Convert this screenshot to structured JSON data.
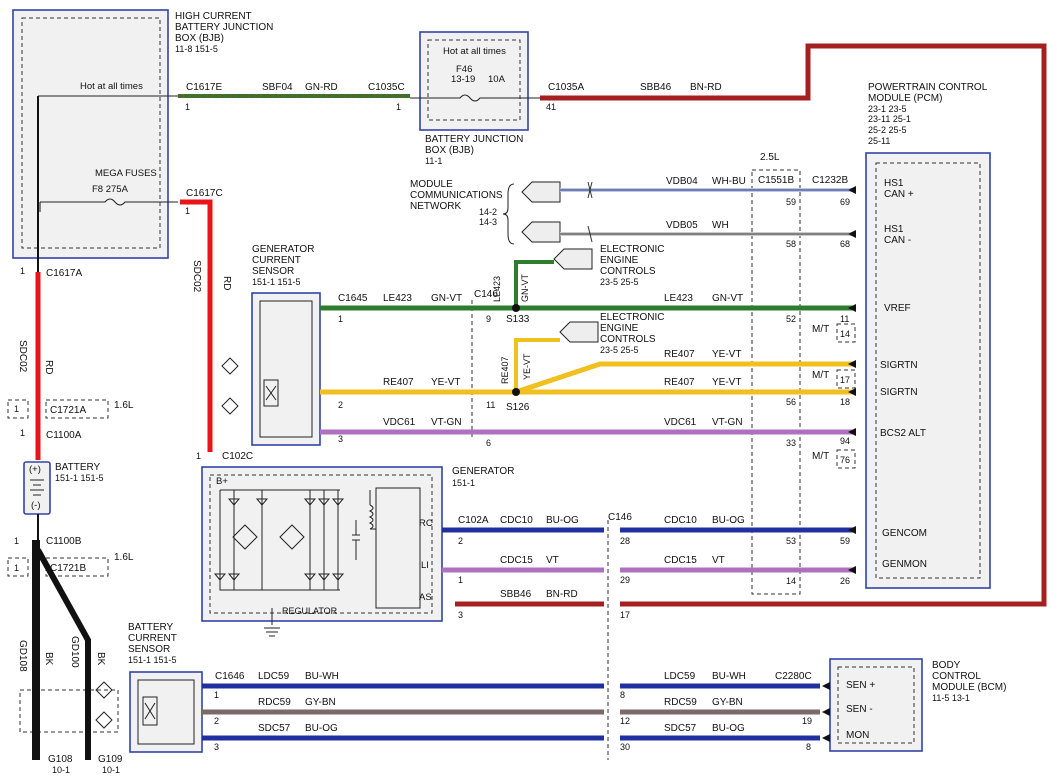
{
  "components": {
    "bjb_high": {
      "l1": "HIGH CURRENT",
      "l2": "BATTERY JUNCTION",
      "l3": "BOX (BJB)",
      "l4": "11-8    151-5",
      "hot": "Hot at all times",
      "mega": "MEGA FUSES",
      "fuse": "F8    275A"
    },
    "bjb": {
      "l1": "BATTERY JUNCTION",
      "l2": "BOX (BJB)",
      "l3": "11-1",
      "hot": "Hot at all times",
      "fuse": "F46",
      "fuse_loc": "13-19",
      "fuse_amp": "10A"
    },
    "pcm": {
      "l1": "POWERTRAIN CONTROL",
      "l2": "MODULE (PCM)",
      "l3": "23-1    23-5",
      "l4": "23-11   25-1",
      "l5": "25-2    25-5",
      "l6": "25-11"
    },
    "mcn": {
      "l1": "MODULE",
      "l2": "COMMUNICATIONS",
      "l3": "NETWORK",
      "r1": "14-2",
      "r2": "14-3"
    },
    "eec1": {
      "l1": "ELECTRONIC",
      "l2": "ENGINE",
      "l3": "CONTROLS",
      "l4": "23-5   25-5"
    },
    "eec2": {
      "l1": "ELECTRONIC",
      "l2": "ENGINE",
      "l3": "CONTROLS",
      "l4": "23-5   25-5"
    },
    "gcs": {
      "l1": "GENERATOR",
      "l2": "CURRENT",
      "l3": "SENSOR",
      "l4": "151-1   151-5"
    },
    "generator": {
      "l1": "GENERATOR",
      "l2": "151-1",
      "bplus": "B+",
      "rc": "RC",
      "li": "LI",
      "as": "AS",
      "regulator": "REGULATOR"
    },
    "battery": {
      "l1": "BATTERY",
      "l2": "151-1   151-5",
      "plus": "(+)",
      "minus": "(-)"
    },
    "bcs": {
      "l1": "BATTERY",
      "l2": "CURRENT",
      "l3": "SENSOR",
      "l4": "151-1   151-5"
    },
    "bcm": {
      "l1": "BODY",
      "l2": "CONTROL",
      "l3": "MODULE (BCM)",
      "l4": "11-5   13-1"
    }
  },
  "connectors": {
    "c1617e": "C1617E",
    "c1035c": "C1035C",
    "c1035a": "C1035A",
    "c1617c": "C1617C",
    "c1617a": "C1617A",
    "c1721a": "C1721A",
    "c1100a": "C1100A",
    "c1100b": "C1100B",
    "c1721b": "C1721B",
    "c102c": "C102C",
    "c1645": "C1645",
    "c146a": "C146",
    "c146b": "C146",
    "c102a": "C102A",
    "c1646": "C1646",
    "c2280c": "C2280C",
    "c1551b": "C1551B",
    "c1232b": "C1232B",
    "s133": "S133",
    "s126": "S126",
    "g108": "G108",
    "g109": "G109",
    "g108_ref": "10-1",
    "g109_ref": "10-1",
    "engine": "2.5L",
    "l16a": "1.6L",
    "l16b": "1.6L",
    "mt1": "M/T",
    "mt2": "M/T",
    "mt3": "M/T"
  },
  "circuits": {
    "sbf04": "SBF04",
    "sbf04_c": "GN-RD",
    "sbb46": "SBB46",
    "sbb46_c": "BN-RD",
    "vdb04": "VDB04",
    "vdb04_c": "WH-BU",
    "vdb05": "VDB05",
    "vdb05_c": "WH",
    "sdc02": "SDC02",
    "rd": "RD",
    "le423": "LE423",
    "gnvt": "GN-VT",
    "re407": "RE407",
    "yevt": "YE-VT",
    "vdc61": "VDC61",
    "vtgn": "VT-GN",
    "cdc10": "CDC10",
    "buog": "BU-OG",
    "cdc15": "CDC15",
    "vt": "VT",
    "ldc59": "LDC59",
    "buwh": "BU-WH",
    "rdc59": "RDC59",
    "gybn": "GY-BN",
    "sdc57": "SDC57",
    "gd108": "GD108",
    "gd100": "GD100",
    "bk": "BK"
  },
  "pins": {
    "p1a": "1",
    "p1b": "1",
    "p41": "41",
    "p1c": "1",
    "p1d": "1",
    "p1e": "1",
    "p1f": "1",
    "p1g": "1",
    "p1h": "1",
    "p1i": "1",
    "p1j": "1",
    "p59": "59",
    "p69": "69",
    "p58": "58",
    "p68": "68",
    "p9": "9",
    "p52": "52",
    "p11": "11",
    "p14": "14",
    "p17": "17",
    "p2a": "2",
    "p11b": "11",
    "p56": "56",
    "p18": "18",
    "p3a": "3",
    "p6": "6",
    "p33": "33",
    "p94": "94",
    "p76": "76",
    "p2b": "2",
    "p28": "28",
    "p53": "53",
    "p59b": "59",
    "p1k": "1",
    "p29": "29",
    "p14b": "14",
    "p26": "26",
    "p3b": "3",
    "p17b": "17",
    "p1l": "1",
    "p8a": "8",
    "p2c": "2",
    "p12": "12",
    "p19": "19",
    "p3c": "3",
    "p30": "30",
    "p8b": "8"
  },
  "pcm_pins": {
    "hs1p": "HS1",
    "canp": "CAN +",
    "hs1m": "HS1",
    "canm": "CAN -",
    "vref": "VREF",
    "sigrtn1": "SIGRTN",
    "sigrtn2": "SIGRTN",
    "bcs2": "BCS2 ALT",
    "gencom": "GENCOM",
    "genmon": "GENMON"
  },
  "bcm_pins": {
    "senp": "SEN +",
    "senm": "SEN -",
    "mon": "MON"
  },
  "wire_colors": {
    "red": "#e8141a",
    "darkred": "#a42020",
    "green": "#2e7d2e",
    "yellow": "#f0c020",
    "violet": "#b070c0",
    "blue": "#2030a0",
    "gray": "#888888",
    "black": "#111111"
  }
}
